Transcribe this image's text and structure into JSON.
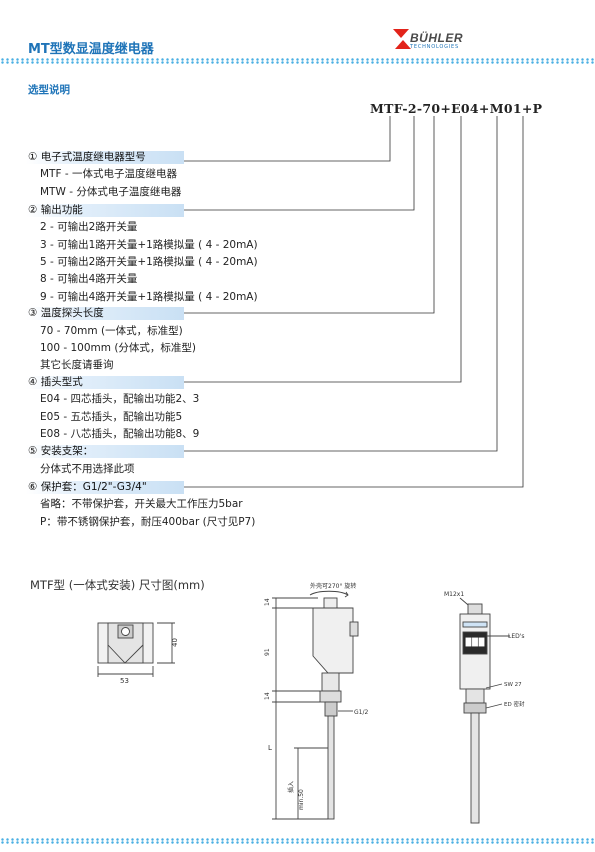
{
  "header": {
    "title": "MT型数显温度继电器",
    "logo_text": "BÜHLER",
    "logo_sub": "TECHNOLOGIES"
  },
  "section": {
    "title": "选型说明",
    "model_code": "MTF-2-70+E04+M01+P"
  },
  "options": [
    {
      "head": "① 电子式温度继电器型号",
      "items": [
        "MTF - 一体式电子温度继电器",
        "MTW - 分体式电子温度继电器"
      ]
    },
    {
      "head": "② 输出功能",
      "items": [
        "2 - 可输出2路开关量",
        "3 - 可输出1路开关量+1路模拟量 ( 4 - 20mA)",
        "5 - 可输出2路开关量+1路模拟量 ( 4 - 20mA)",
        "8 - 可输出4路开关量",
        "9 - 可输出4路开关量+1路模拟量 ( 4 - 20mA)"
      ]
    },
    {
      "head": "③ 温度探头长度",
      "items": [
        "70 - 70mm (一体式，标准型)",
        "100 - 100mm (分体式，标准型)",
        "其它长度请垂询"
      ]
    },
    {
      "head": "④ 插头型式",
      "items": [
        "E04 - 四芯插头，配输出功能2、3",
        "E05 - 五芯插头，配输出功能5",
        "E08 - 八芯插头，配输出功能8、9"
      ]
    },
    {
      "head": "⑤ 安装支架：",
      "items": [
        "分体式不用选择此项"
      ]
    },
    {
      "head": "⑥ 保护套：G1/2\"-G3/4\"",
      "items": [
        "省略：不带保护套，开关最大工作压力5bar",
        "P：带不锈钢保护套，耐压400bar (尺寸见P7)"
      ]
    }
  ],
  "drawing": {
    "title": "MTF型 (一体式安装) 尺寸图(mm)",
    "dim_53": "53",
    "dim_40": "40",
    "dim_14a": "14",
    "dim_91": "91",
    "dim_14b": "14",
    "dim_L": "L",
    "thread": "G1/2",
    "insert": "插入",
    "insert_min": "min.50",
    "rotate": "外壳可270° 旋转",
    "m12": "M12x1",
    "leds": "LED's",
    "sw": "SW 27",
    "ed": "ED 密封"
  }
}
